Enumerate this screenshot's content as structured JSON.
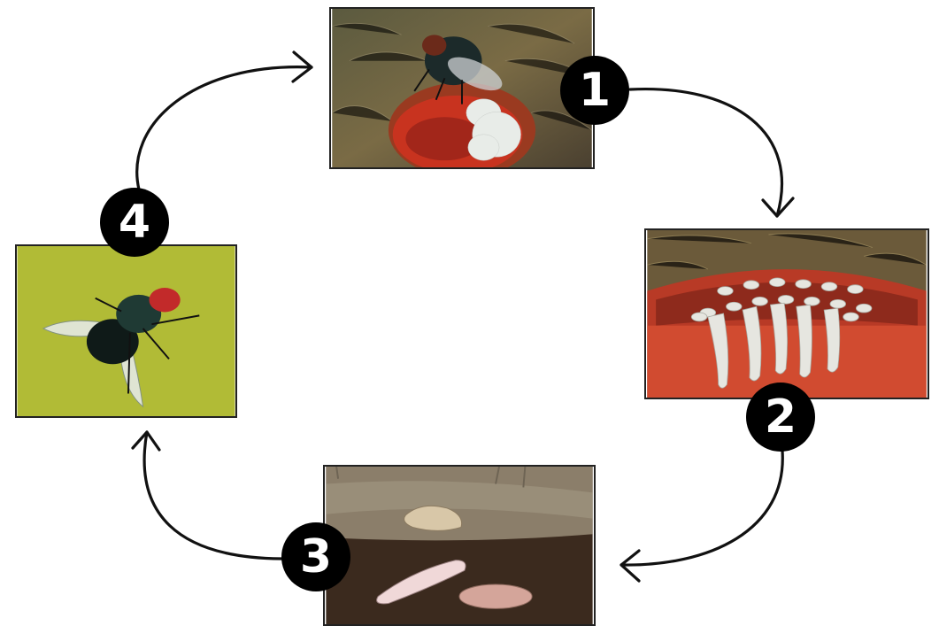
{
  "stages": [
    {
      "number": "1",
      "icon": "fly-laying-eggs-on-wound"
    },
    {
      "number": "2",
      "icon": "larvae-in-wound"
    },
    {
      "number": "3",
      "icon": "larvae-and-pupa-in-soil"
    },
    {
      "number": "4",
      "icon": "adult-blowfly"
    }
  ],
  "colors": {
    "badge": "#000000",
    "badge_text": "#ffffff",
    "arrow": "#111111",
    "wound_red": "#c8331f",
    "fly_body": "#1c2a2a",
    "leaf_green": "#b7c23a",
    "soil": "#3b2a1e"
  }
}
